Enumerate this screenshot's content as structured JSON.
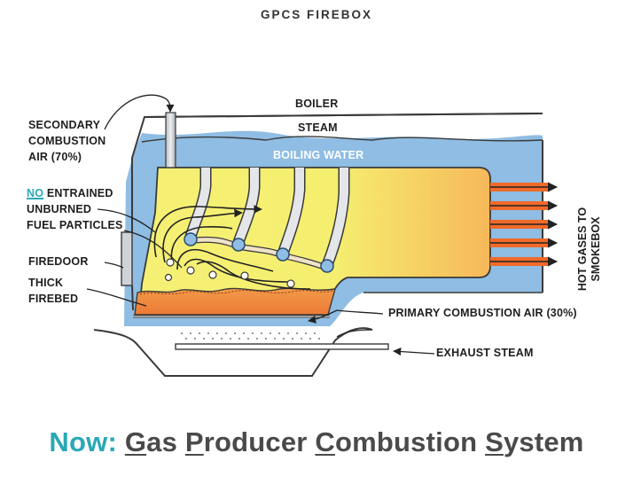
{
  "title": "GPCS FIREBOX",
  "labels": {
    "boiler": "BOILER",
    "steam": "STEAM",
    "boiling_water": "BOILING WATER",
    "secondary_air": [
      "SECONDARY",
      "COMBUSTION",
      "AIR (70%)"
    ],
    "no_entrained_no": "NO",
    "no_entrained_rest": "ENTRAINED",
    "unburned": "UNBURNED",
    "fuel_particles": "FUEL PARTICLES",
    "firedoor": "FIREDOOR",
    "thick": "THICK",
    "firebed": "FIREBED",
    "primary_air": "PRIMARY COMBUSTION AIR (30%)",
    "exhaust_steam": "EXHAUST STEAM",
    "hot_gases": [
      "HOT GASES TO",
      "SMOKEBOX"
    ]
  },
  "caption": {
    "prefix": "Now:",
    "words": [
      {
        "initial": "G",
        "rest": "as"
      },
      {
        "initial": "P",
        "rest": "roducer"
      },
      {
        "initial": "C",
        "rest": "ombustion"
      },
      {
        "initial": "S",
        "rest": "ystem"
      }
    ]
  },
  "colors": {
    "water": "#8fbde3",
    "firebox_top": "#f5f074",
    "firebox_right": "#f7b85a",
    "firebed": "#ee7f3d",
    "hot_gas": "#f06a2a",
    "outline": "#3a3a3a",
    "accent": "#29a9b5"
  }
}
